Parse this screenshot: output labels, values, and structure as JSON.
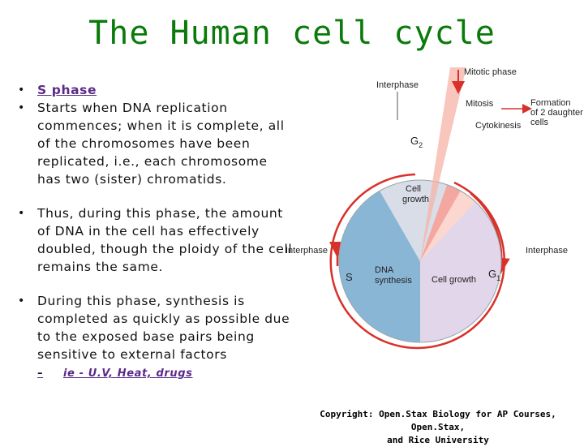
{
  "title": "The Human cell cycle",
  "bullets": [
    {
      "text": "S phase"
    },
    {
      "text": "Starts when DNA replication commences; when it is complete, all of the chromosomes have been replicated, i.e., each chromosome has two (sister) chromatids."
    },
    {
      "text": "Thus, during this phase, the amount of DNA in the cell has effectively doubled, though the ploidy of the cell remains the same."
    },
    {
      "text": "During this phase, synthesis is completed as quickly as possible due to the exposed base pairs being sensitive to external factors"
    }
  ],
  "sub_bullet": "ie - U.V, Heat, drugs",
  "diagram": {
    "labels": {
      "mitotic_phase": "Mitotic phase",
      "interphase_top": "Interphase",
      "mitosis": "Mitosis",
      "cytokinesis": "Cytokinesis",
      "formation": "Formation of 2 daughter cells",
      "g2": "G",
      "g2_sub": "2",
      "cell_growth_top": "Cell growth",
      "interphase_left": "Interphase",
      "interphase_right": "Interphase",
      "s": "S",
      "dna_synthesis": "DNA synthesis",
      "cell_growth": "Cell growth",
      "g1": "G",
      "g1_sub": "1"
    },
    "colors": {
      "s_phase": "#8ab6d6",
      "g1_phase": "#e2d6ea",
      "g2_phase": "#d9dde8",
      "mitosis": "#f4a7a0",
      "cytokinesis": "#fbd7cf",
      "ring": "#dcdcdc",
      "arrow": "#d9302a"
    }
  },
  "copyright": {
    "line1": "Copyright: Open.Stax Biology for AP Courses, Open.Stax,",
    "line2": "and Rice University"
  }
}
